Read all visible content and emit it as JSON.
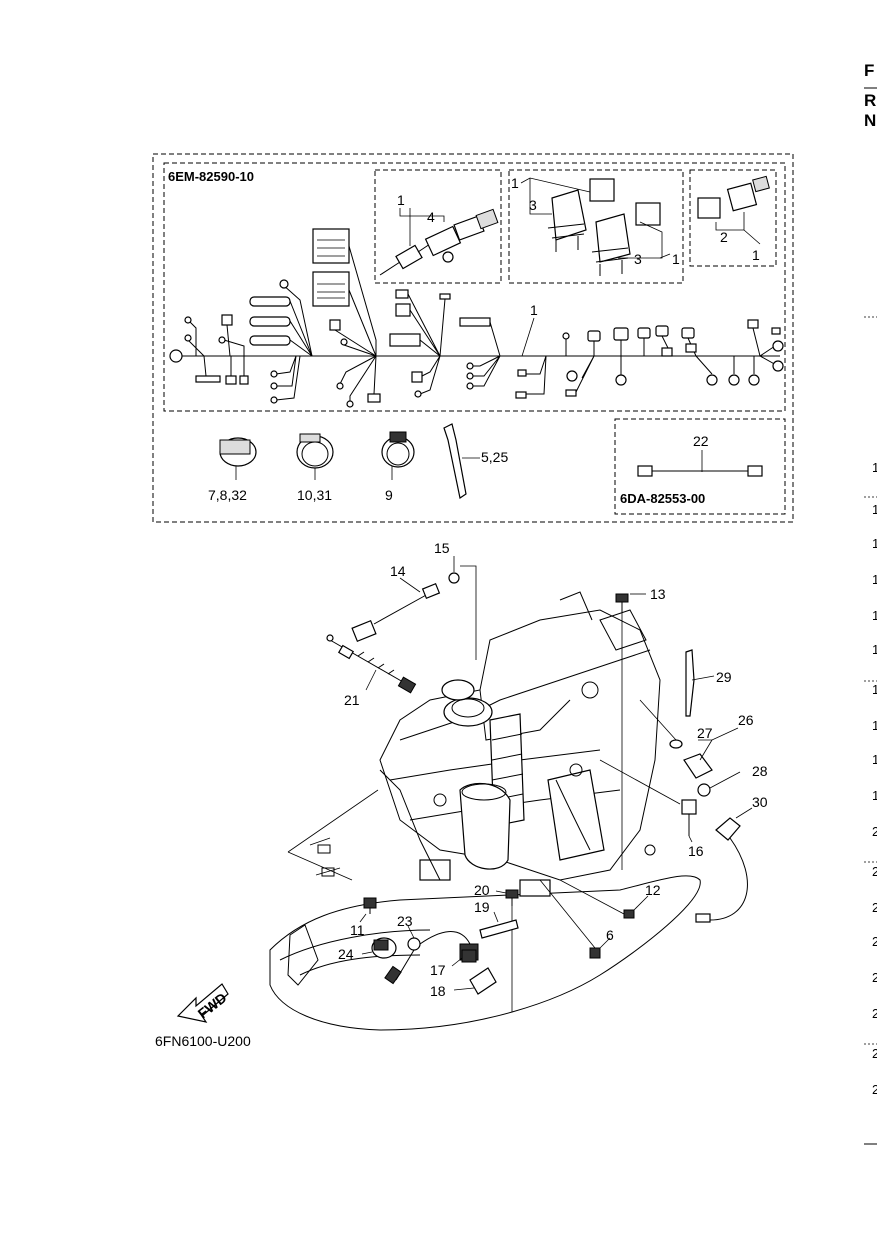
{
  "harness": {
    "part_number": "6EM-82590-10",
    "sub_part_number": "6DA-82553-00"
  },
  "callouts": {
    "c1a": "1",
    "c4": "4",
    "c1b": "1",
    "c3a": "3",
    "c3b": "3",
    "c1c": "1",
    "c2": "2",
    "c1d": "1",
    "c1e": "1",
    "clamp_a": "7,8,32",
    "clamp_b": "10,31",
    "clamp_c": "9",
    "tie": "5,25",
    "c22": "22",
    "c15": "15",
    "c14": "14",
    "c13": "13",
    "c21": "21",
    "c29": "29",
    "c26": "26",
    "c27": "27",
    "c28": "28",
    "c30": "30",
    "c16": "16",
    "c12": "12",
    "c20": "20",
    "c19": "19",
    "c11": "11",
    "c23": "23",
    "c6": "6",
    "c24": "24",
    "c17": "17",
    "c18": "18"
  },
  "fwd_label": "FWD",
  "figure_code": "6FN6100-U200",
  "next_page_edge": {
    "heading_letters": [
      "F",
      "R",
      "N"
    ],
    "row_digits": [
      "1",
      "1",
      "1",
      "1",
      "1",
      "1",
      "1",
      "1",
      "1",
      "1",
      "2",
      "2",
      "2",
      "2",
      "2",
      "2",
      "2",
      "2"
    ]
  }
}
